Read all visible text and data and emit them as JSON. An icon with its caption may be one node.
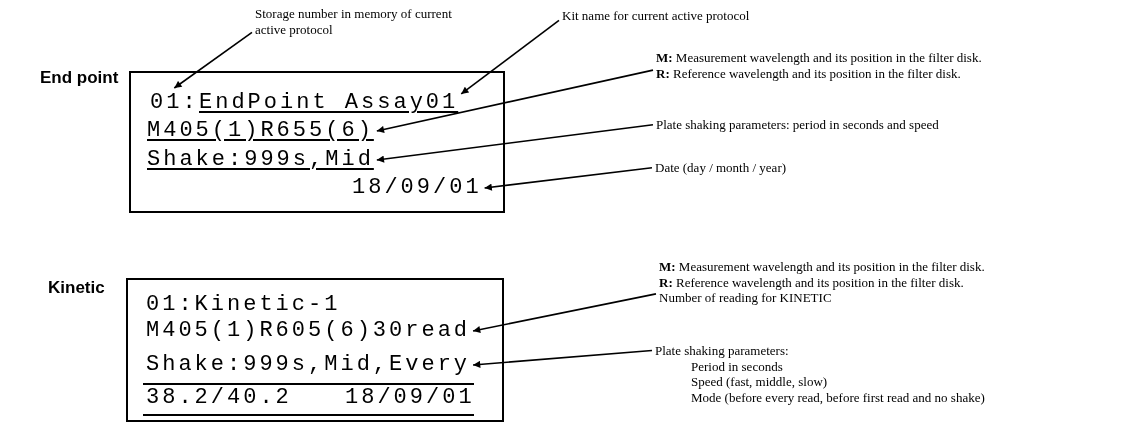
{
  "diagram": {
    "nodes": [
      {
        "text": [
          "End point"
        ]
      },
      {
        "text": [
          "01:"
        ],
        "in": 0
      },
      {
        "text": [
          "EndPoint Assay01"
        ],
        "in": 0
      },
      {
        "text": [
          "M405(1)R655(6)"
        ],
        "in": 0
      },
      {
        "text": [
          "Shake:999s,Mid"
        ],
        "in": 0
      },
      {
        "text": [
          "18/09/01"
        ],
        "in": 0
      },
      {
        "text": [
          "Storage number in memory of current active protocol"
        ]
      },
      {
        "text": [
          "Kit name for current active protocol"
        ]
      },
      {
        "text": [
          "**M:** Measurement wavelength and its position in the filter disk.",
          "**R:** Reference wavelength and its position in the filter disk."
        ]
      },
      {
        "text": [
          "Plate shaking parameters: period in seconds and speed"
        ]
      },
      {
        "text": [
          "Date (day / month / year)"
        ]
      },
      {
        "text": [
          "Kinetic"
        ]
      },
      {
        "text": [
          "01:Kinetic-1"
        ],
        "in": 11
      },
      {
        "text": [
          "M405(1)R605(6)30read"
        ],
        "in": 11
      },
      {
        "text": [
          "Shake:999s,Mid,Every"
        ],
        "in": 11
      },
      {
        "text": [
          "38.2/40.2"
        ],
        "in": 11
      },
      {
        "text": [
          "18/09/01"
        ],
        "in": 11
      },
      {
        "text": [
          "**M:** Measurement wavelength and its position in the filter disk.",
          "**R:** Reference wavelength and its position in the filter disk.",
          "Number of reading for KINETIC"
        ]
      },
      {
        "text": [
          "Plate shaking parameters:",
          "Period in seconds",
          "Speed (fast, middle, slow)",
          "Mode (before every read, before first read and no shake)"
        ]
      }
    ],
    "edges": [
      {
        "from": 6,
        "to": 1,
        "arrow": "to"
      },
      {
        "from": 7,
        "to": 2,
        "arrow": "to"
      },
      {
        "from": 8,
        "to": 3,
        "arrow": "to"
      },
      {
        "from": 9,
        "to": 4,
        "arrow": "to"
      },
      {
        "from": 10,
        "to": 5,
        "arrow": "to"
      },
      {
        "from": 17,
        "to": 13,
        "arrow": "to"
      },
      {
        "from": 18,
        "to": 14,
        "arrow": "to"
      }
    ]
  }
}
